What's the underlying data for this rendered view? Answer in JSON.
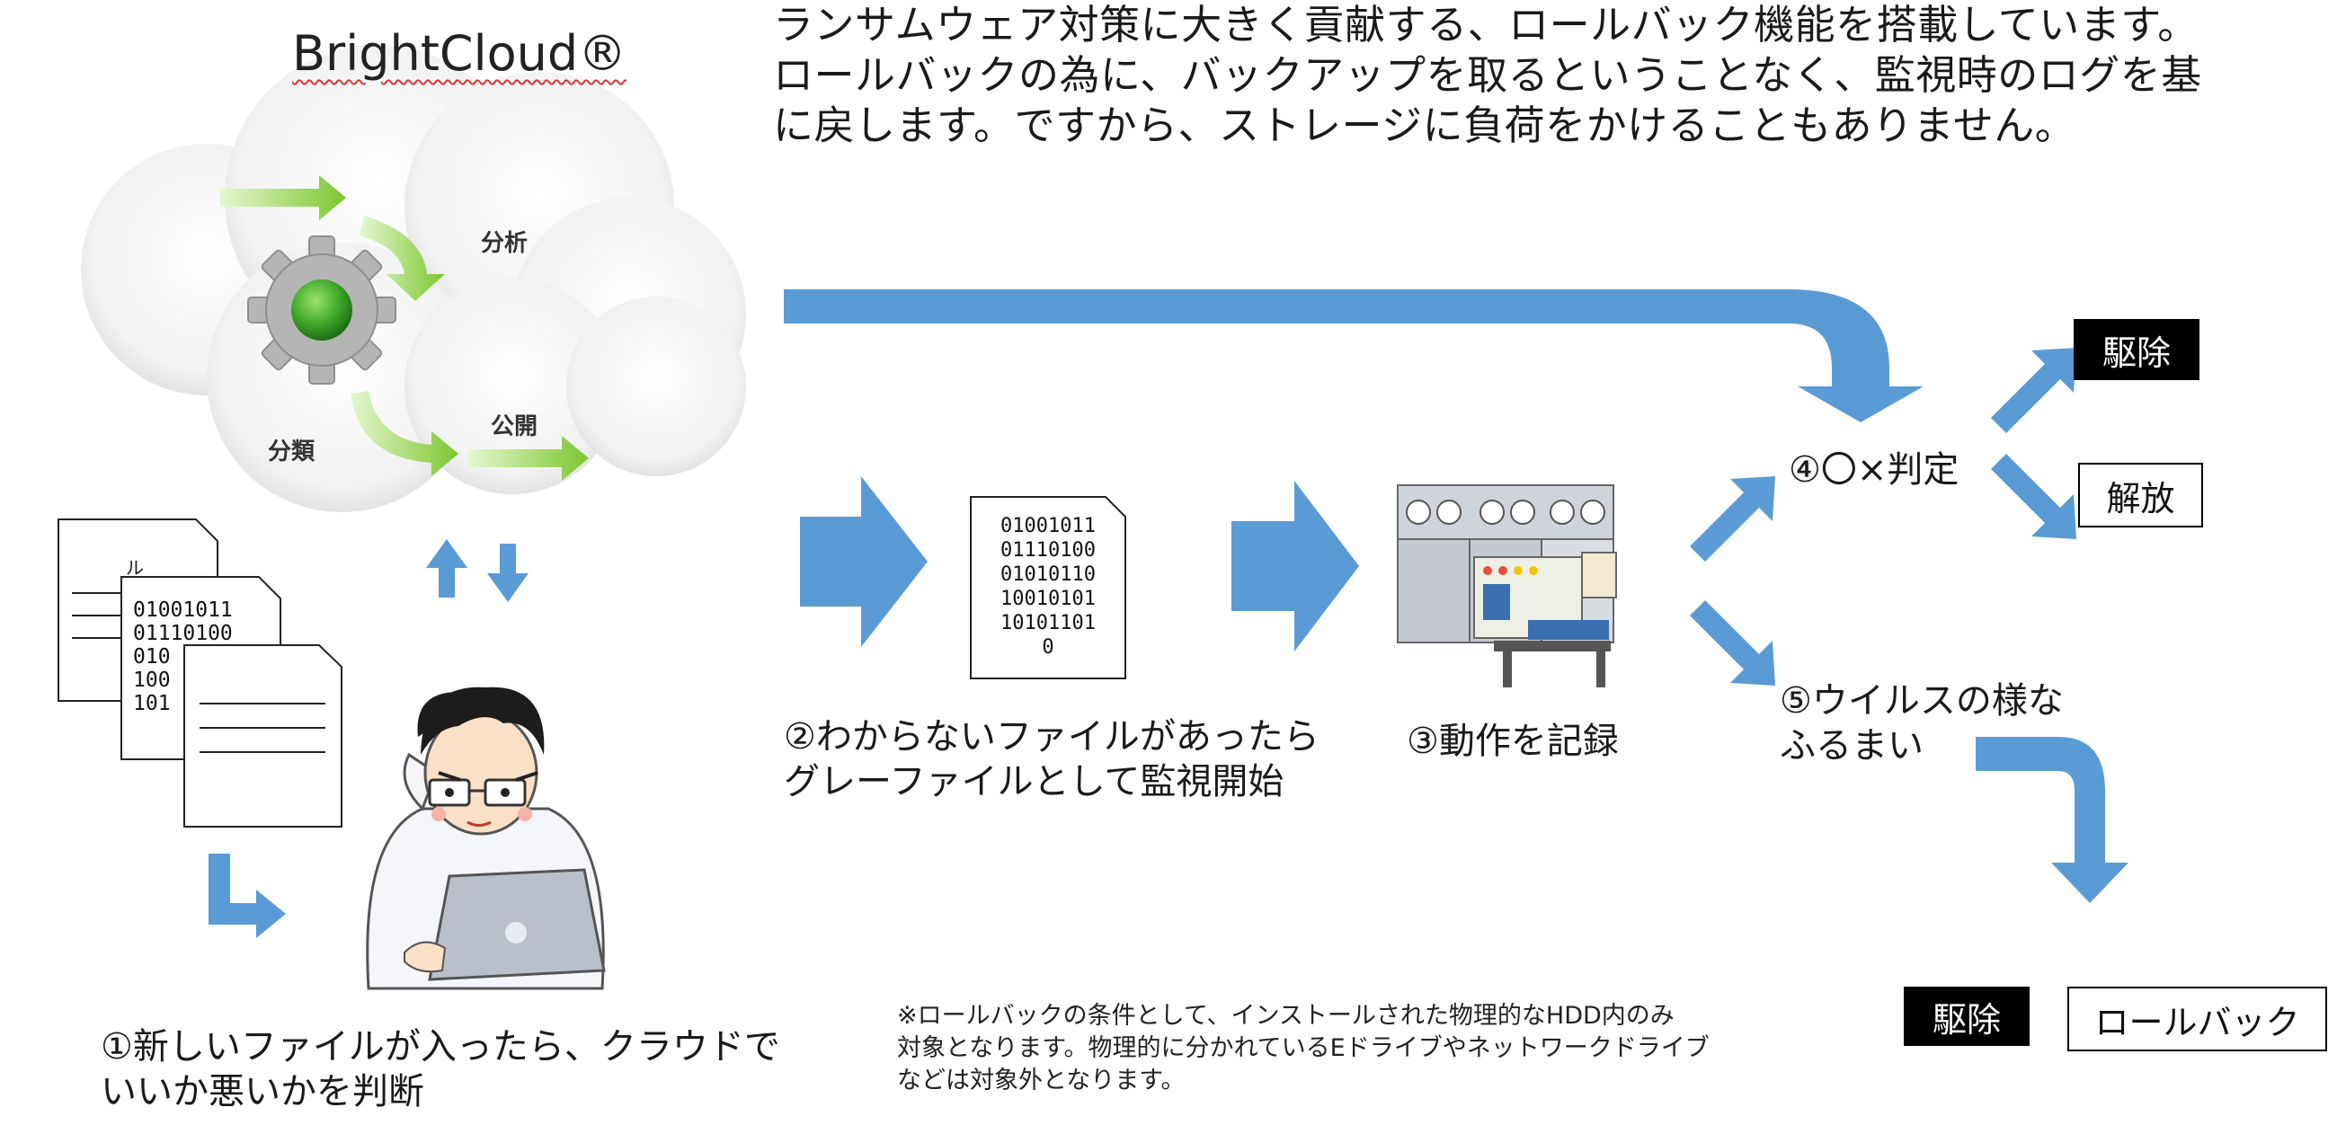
{
  "headline": "ランサムウェア対策に大きく貢献する、ロールバック機能を搭載しています。\nロールバックの為に、バックアップを取るということなく、監視時のログを基\nに戻します。ですから、ストレージに負荷をかけることもありません。",
  "brand": "BrightCloud®",
  "cloud": {
    "label_analysis": "分析",
    "label_classify": "分類",
    "label_publish": "公開"
  },
  "docs": {
    "back_text": "ル",
    "middle_binary": "01001011\n01110100\n010\n100\n101"
  },
  "step1_caption": "①新しいファイルが入ったら、クラウドで\nいいか悪いかを判断",
  "step2": {
    "binary": "01001011\n01110100\n01010110\n10010101\n10101101\n0",
    "caption": "②わからないファイルがあったら\nグレーファイルとして監視開始"
  },
  "step3_caption": "③動作を記録",
  "step4_label": "④〇×判定",
  "step5_label": "⑤ウイルスの様な\nふるまい",
  "outcomes": {
    "remove_top": "駆除",
    "release": "解放",
    "remove_bottom": "駆除",
    "rollback": "ロールバック"
  },
  "note": "※ロールバックの条件として、インストールされた物理的なHDD内のみ\n対象となります。物理的に分かれているEドライブやネットワークドライブ\nなどは対象外となります。",
  "colors": {
    "arrow_blue": "#5b9bd5",
    "green_arrow": "#8ccf3f",
    "gear": "#b8b8b8",
    "gear_center": "#3fa82a",
    "black_box": "#000000"
  }
}
